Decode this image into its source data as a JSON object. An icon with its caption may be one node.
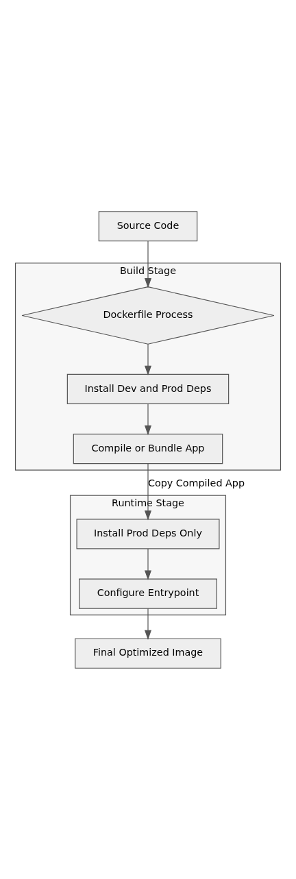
{
  "diagram": {
    "nodes": [
      {
        "text": [
          "Source Code"
        ]
      },
      {
        "text": [
          "Build Stage"
        ]
      },
      {
        "text": [
          "Dockerfile Process"
        ],
        "in": 1
      },
      {
        "text": [
          "Install Dev and Prod Deps"
        ],
        "in": 1
      },
      {
        "text": [
          "Compile or Bundle App"
        ],
        "in": 1
      },
      {
        "text": [
          "Runtime Stage"
        ]
      },
      {
        "text": [
          "Install Prod Deps Only"
        ],
        "in": 5
      },
      {
        "text": [
          "Configure Entrypoint"
        ],
        "in": 5
      },
      {
        "text": [
          "Final Optimized Image"
        ]
      }
    ],
    "edges": [
      {
        "from": 0,
        "to": 2,
        "arrow": "to"
      },
      {
        "from": 2,
        "to": 3,
        "arrow": "to"
      },
      {
        "from": 3,
        "to": 4,
        "arrow": "to"
      },
      {
        "from": 4,
        "to": 6,
        "arrow": "to",
        "label": "Copy Compiled App"
      },
      {
        "from": 6,
        "to": 7,
        "arrow": "to"
      },
      {
        "from": 7,
        "to": 8,
        "arrow": "to"
      }
    ]
  }
}
